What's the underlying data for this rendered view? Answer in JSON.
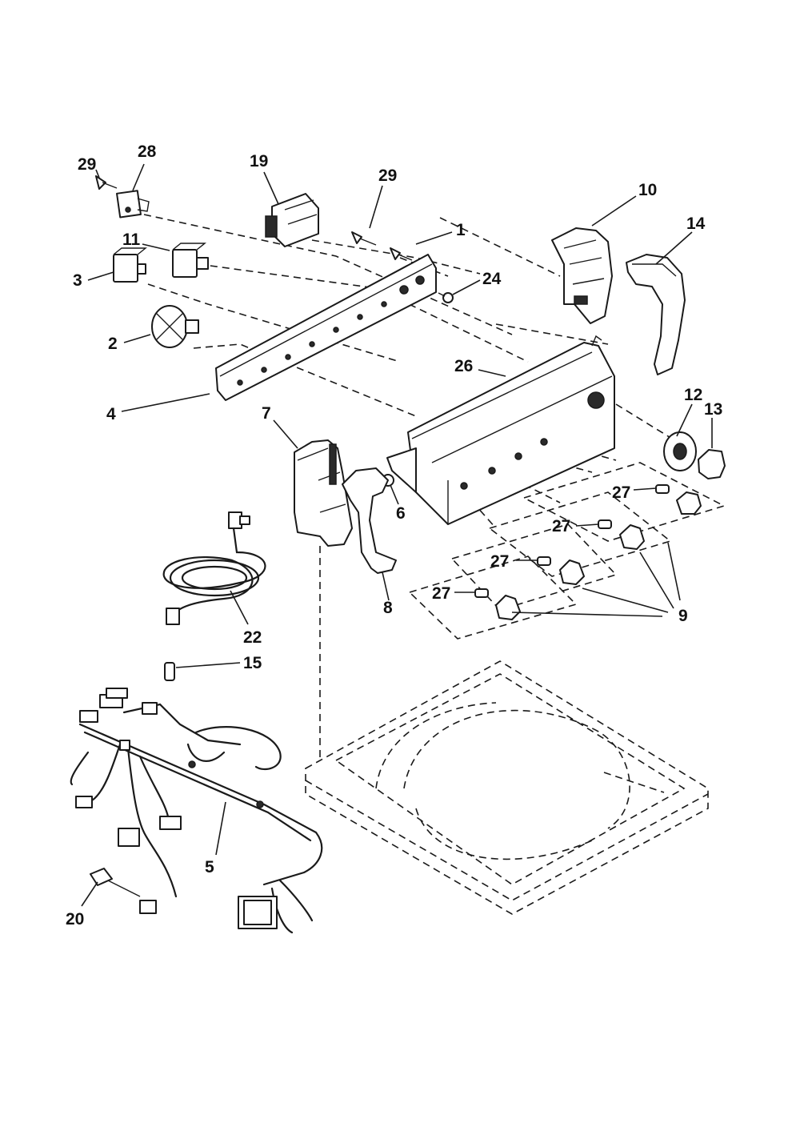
{
  "callouts": [
    {
      "id": "29a",
      "label": "29"
    },
    {
      "id": "28",
      "label": "28"
    },
    {
      "id": "19",
      "label": "19"
    },
    {
      "id": "29b",
      "label": "29"
    },
    {
      "id": "1",
      "label": "1"
    },
    {
      "id": "10",
      "label": "10"
    },
    {
      "id": "14",
      "label": "14"
    },
    {
      "id": "11",
      "label": "11"
    },
    {
      "id": "3",
      "label": "3"
    },
    {
      "id": "24",
      "label": "24"
    },
    {
      "id": "2",
      "label": "2"
    },
    {
      "id": "26",
      "label": "26"
    },
    {
      "id": "4",
      "label": "4"
    },
    {
      "id": "12",
      "label": "12"
    },
    {
      "id": "13",
      "label": "13"
    },
    {
      "id": "7",
      "label": "7"
    },
    {
      "id": "6",
      "label": "6"
    },
    {
      "id": "27a",
      "label": "27"
    },
    {
      "id": "27b",
      "label": "27"
    },
    {
      "id": "27c",
      "label": "27"
    },
    {
      "id": "27d",
      "label": "27"
    },
    {
      "id": "8",
      "label": "8"
    },
    {
      "id": "9",
      "label": "9"
    },
    {
      "id": "22",
      "label": "22"
    },
    {
      "id": "15",
      "label": "15"
    },
    {
      "id": "5",
      "label": "5"
    },
    {
      "id": "20",
      "label": "20"
    }
  ]
}
